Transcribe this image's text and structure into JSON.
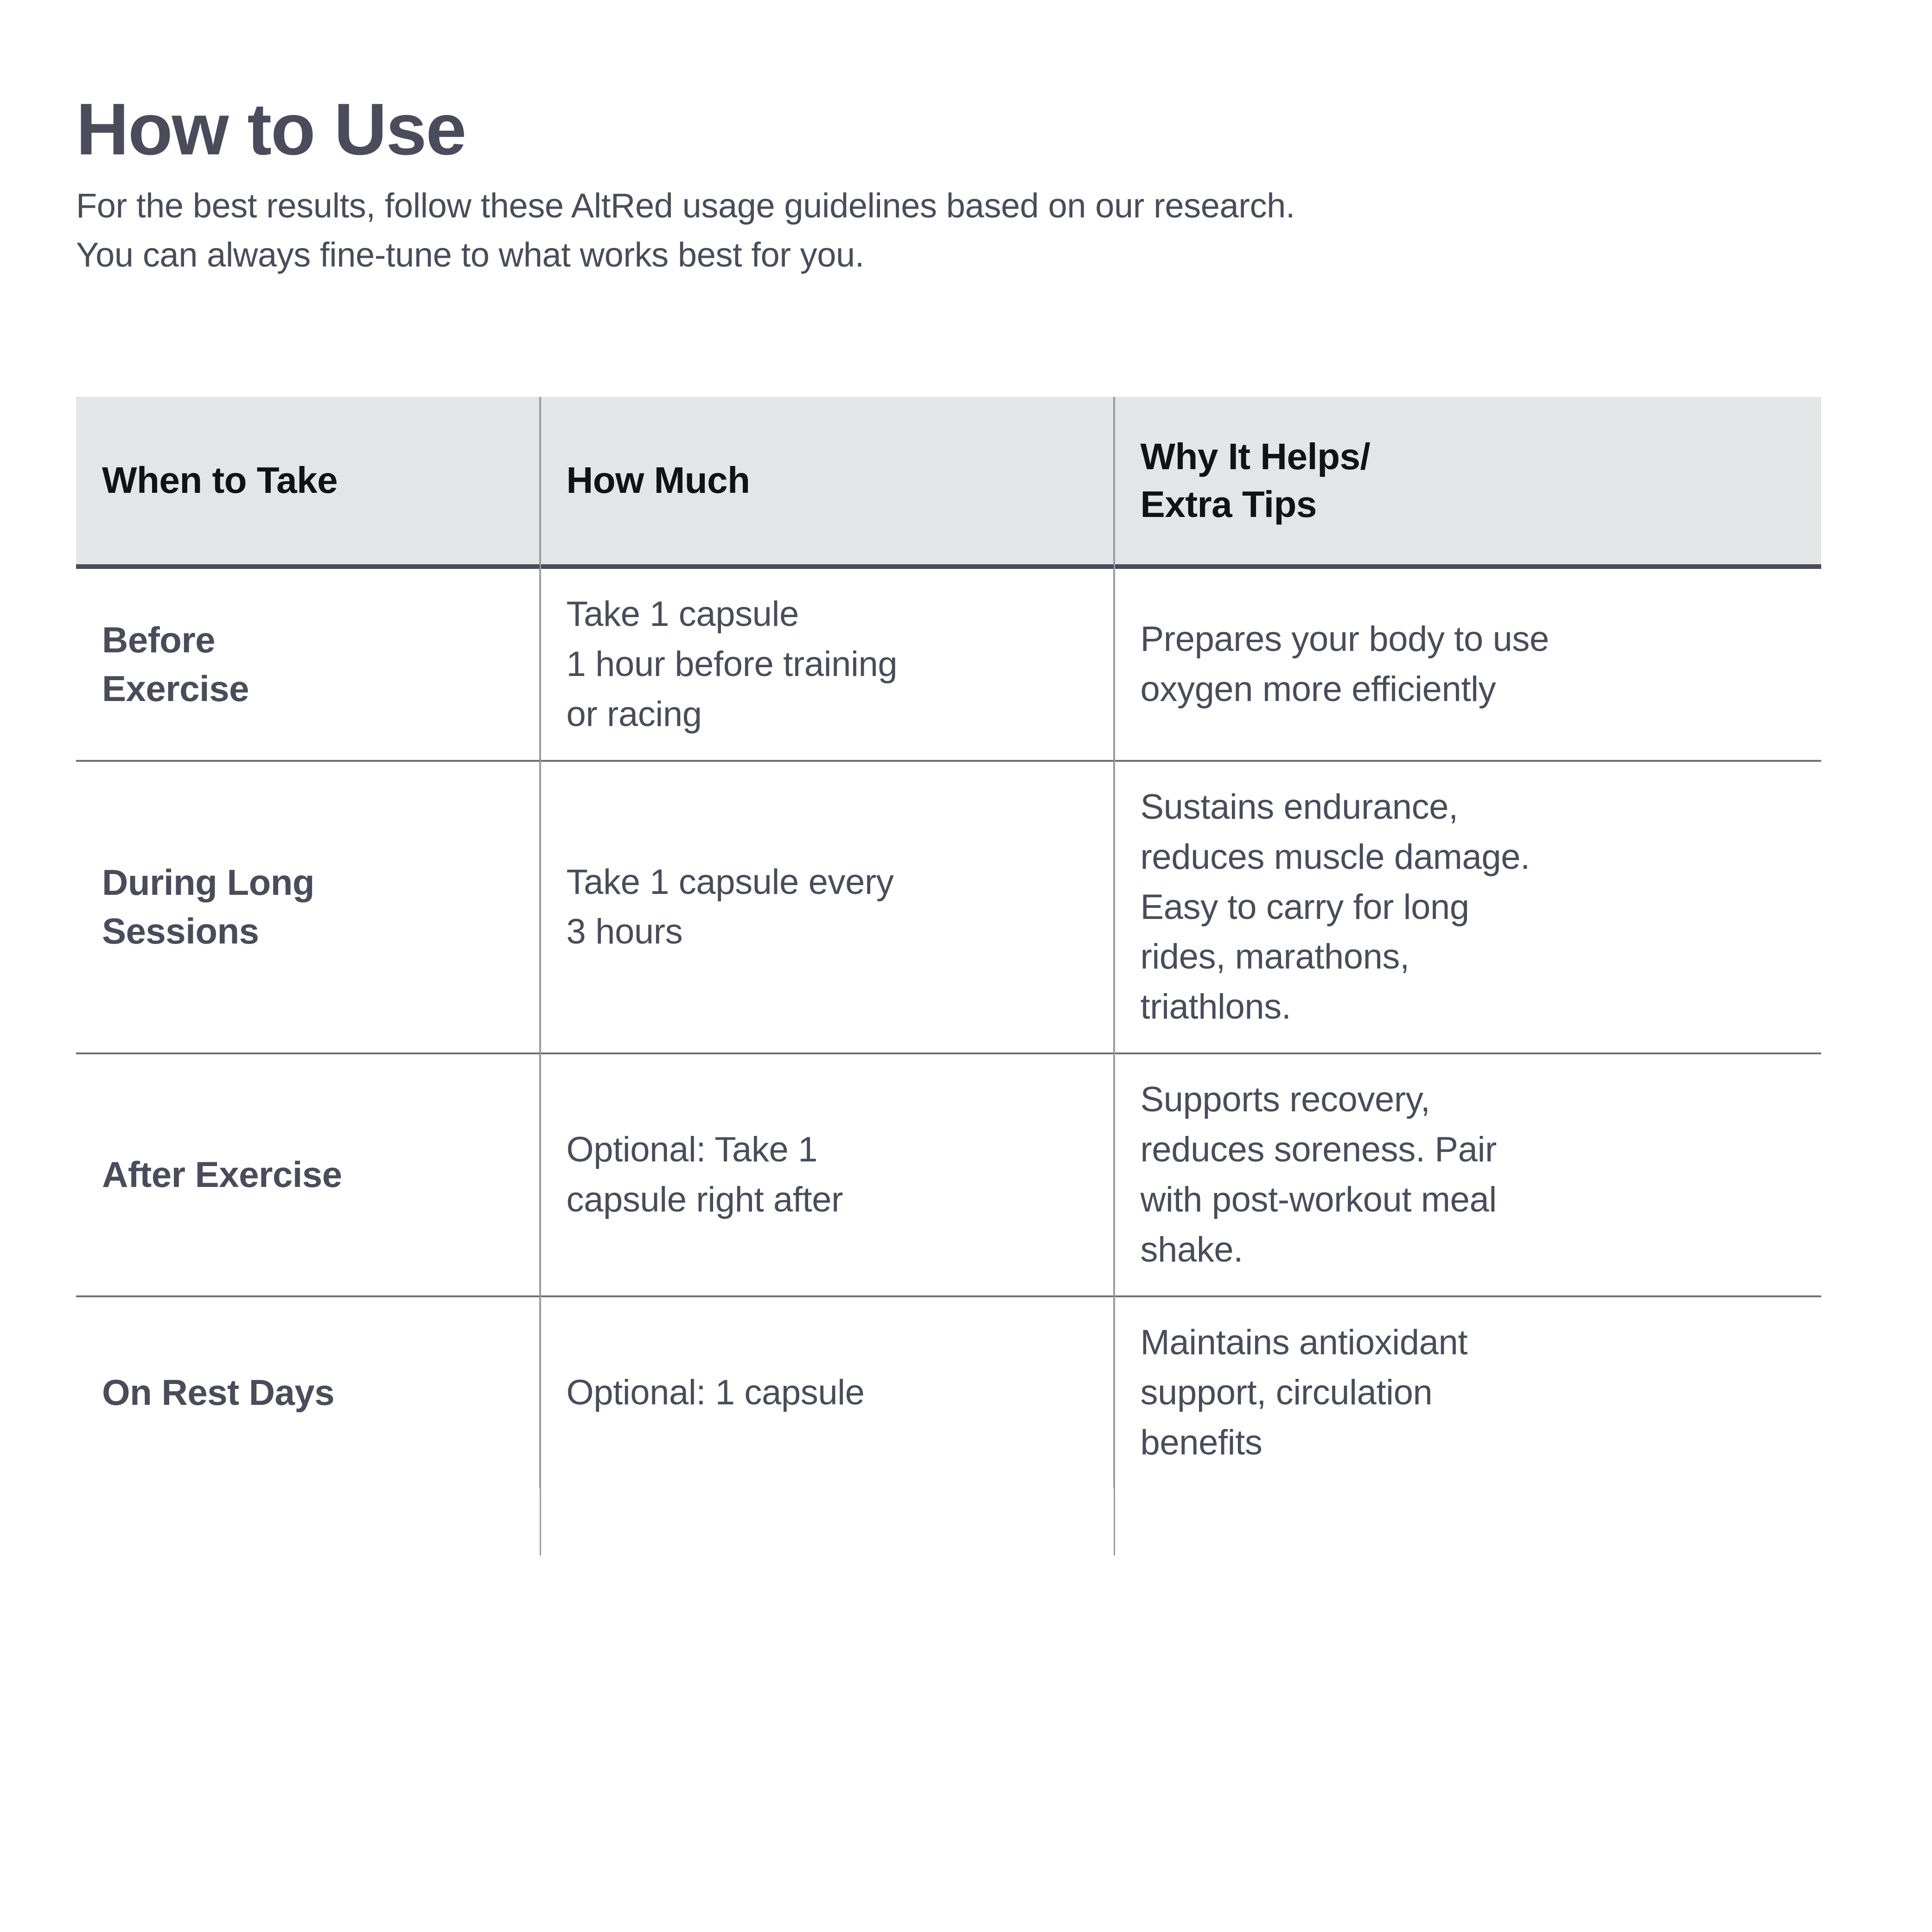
{
  "heading": {
    "title": "How to Use",
    "subtitle_line1": "For the best results, follow these AltRed usage guidelines based on our research.",
    "subtitle_line2": "You can always fine-tune to what works best for you."
  },
  "colors": {
    "text_dark": "#4a4c5c",
    "header_text": "#111216",
    "header_background": "#e4e5e7",
    "header_rule": "#4a4c5c",
    "row_rule": "#6d6f78",
    "column_rule": "#9a9aa2",
    "page_background": "#ffffff"
  },
  "table": {
    "columns": [
      {
        "label_line1": "When to Take",
        "label_line2": ""
      },
      {
        "label_line1": "How Much",
        "label_line2": ""
      },
      {
        "label_line1": "Why It Helps/",
        "label_line2": "Extra Tips"
      }
    ],
    "rows": [
      {
        "when_line1": "Before",
        "when_line2": "Exercise",
        "much_line1": "Take 1 capsule",
        "much_line2": "1 hour before training",
        "much_line3": "or racing",
        "why_line1": "Prepares your body to use",
        "why_line2": "oxygen more efficiently",
        "why_line3": "",
        "why_line4": "",
        "why_line5": ""
      },
      {
        "when_line1": "During Long",
        "when_line2": "Sessions",
        "much_line1": "Take 1 capsule every",
        "much_line2": "3 hours",
        "much_line3": "",
        "why_line1": "Sustains endurance,",
        "why_line2": "reduces muscle damage.",
        "why_line3": "Easy to carry for long",
        "why_line4": "rides, marathons,",
        "why_line5": "triathlons."
      },
      {
        "when_line1": "After Exercise",
        "when_line2": "",
        "much_line1": "Optional: Take 1",
        "much_line2": "capsule right after",
        "much_line3": "",
        "why_line1": "Supports recovery,",
        "why_line2": "reduces soreness. Pair",
        "why_line3": "with post-workout meal",
        "why_line4": "shake.",
        "why_line5": ""
      },
      {
        "when_line1": "On Rest Days",
        "when_line2": "",
        "much_line1": "Optional: 1 capsule",
        "much_line2": "",
        "much_line3": "",
        "why_line1": "Maintains antioxidant",
        "why_line2": "support, circulation",
        "why_line3": "benefits",
        "why_line4": "",
        "why_line5": ""
      }
    ]
  }
}
